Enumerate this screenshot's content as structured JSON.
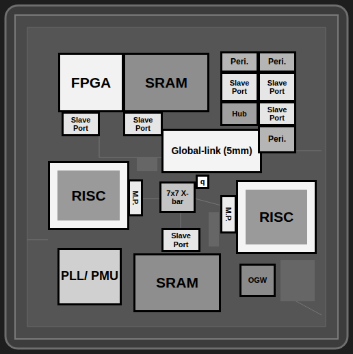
{
  "diagram": {
    "nodes": [
      {
        "text": [
          "FPGA"
        ]
      },
      {
        "text": [
          "SRAM"
        ]
      },
      {
        "text": [
          "Peri."
        ]
      },
      {
        "text": [
          "Peri."
        ]
      },
      {
        "text": [
          "Slave Port"
        ]
      },
      {
        "text": [
          "Slave Port"
        ]
      },
      {
        "text": [
          "Slave Port"
        ]
      },
      {
        "text": [
          "Slave Port"
        ]
      },
      {
        "text": [
          "Hub"
        ]
      },
      {
        "text": [
          "Slave Port"
        ]
      },
      {
        "text": [
          "Global-link (5mm)"
        ]
      },
      {
        "text": [
          "Peri."
        ]
      },
      {
        "text": [
          "RISC"
        ]
      },
      {
        "text": [
          "M.P."
        ]
      },
      {
        "text": [
          "q"
        ]
      },
      {
        "text": [
          "7x7 X-bar"
        ]
      },
      {
        "text": [
          "RISC"
        ]
      },
      {
        "text": [
          "M.P."
        ]
      },
      {
        "text": [
          "Slave Port"
        ]
      },
      {
        "text": [
          "PLL/ PMU"
        ]
      },
      {
        "text": [
          "SRAM"
        ]
      },
      {
        "text": [
          "OGW"
        ]
      }
    ]
  }
}
